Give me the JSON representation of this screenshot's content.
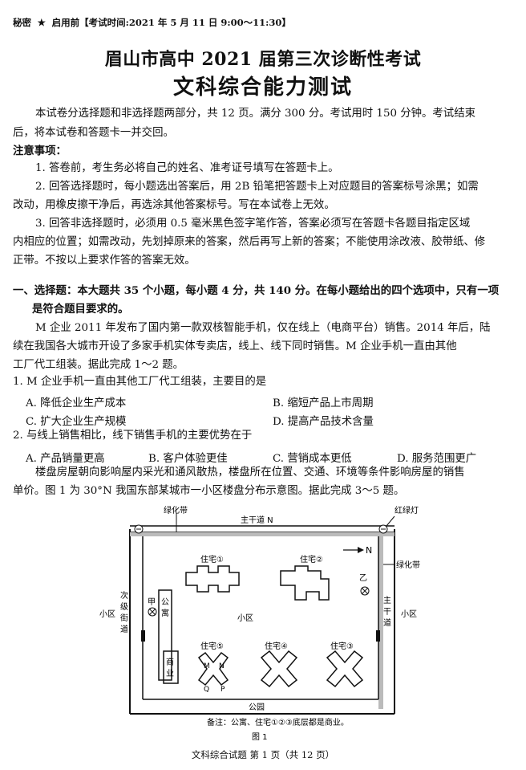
{
  "header": {
    "secret": "秘密",
    "star": "★",
    "status": "启用前",
    "exam_time": "【考试时间:2021 年 5 月 11 日 9:00～11:30】"
  },
  "title": {
    "line1": "眉山市高中 2021 届第三次诊断性考试",
    "line2": "文科综合能力测试"
  },
  "intro": {
    "line1": "本试卷分选择题和非选择题两部分，共 12 页。满分 300 分。考试用时 150 分钟。考试结束",
    "line2": "后，将本试卷和答题卡一并交回。"
  },
  "notes": {
    "heading": "注意事项：",
    "n1": "1. 答卷前，考生务必将自己的姓名、准考证号填写在答题卡上。",
    "n2a": "2. 回答选择题时，每小题选出答案后，用 2B 铅笔把答题卡上对应题目的答案标号涂黑；如需",
    "n2b": "改动，用橡皮擦干净后，再选涂其他答案标号。写在本试卷上无效。",
    "n3a": "3. 回答非选择题时，必须用 0.5 毫米黑色签字笔作答，答案必须写在答题卡各题目指定区域",
    "n3b": "内相应的位置；如需改动，先划掉原来的答案，然后再写上新的答案；不能使用涂改液、胶带纸、修",
    "n3c": "正带。不按以上要求作答的答案无效。"
  },
  "section": {
    "line1": "一、选择题：本大题共 35 个小题，每小题 4 分，共 140 分。在每小题给出的四个选项中，只有一项",
    "line2": "是符合题目要求的。"
  },
  "passage1": {
    "line1": "M 企业 2011 年发布了国内第一款双核智能手机，仅在线上（电商平台）销售。2014 年后，陆",
    "line2": "续在我国各大城市开设了多家手机实体专卖店，线上、线下同时销售。M 企业手机一直由其他",
    "line3": "工厂代工组装。据此完成 1～2 题。"
  },
  "q1": {
    "stem": "1. M 企业手机一直由其他工厂代工组装，主要目的是",
    "A": "A. 降低企业生产成本",
    "B": "B. 缩短产品上市周期",
    "C": "C. 扩大企业生产规模",
    "D": "D. 提高产品技术含量"
  },
  "q2": {
    "stem": "2. 与线上销售相比，线下销售手机的主要优势在于",
    "A": "A. 产品销量更高",
    "B": "B. 客户体验更佳",
    "C": "C. 营销成本更低",
    "D": "D. 服务范围更广"
  },
  "passage2": {
    "line1": "楼盘房屋朝向影响屋内采光和通风散热，楼盘所在位置、交通、环境等条件影响房屋的销售",
    "line2": "单价。图 1 为 30°N 我国东部某城市一小区楼盘分布示意图。据此完成 3～5 题。"
  },
  "figure": {
    "green_belt_top": "绿化带",
    "main_road_n": "主干道 N",
    "traffic_light": "红绿灯",
    "north_arrow": "N",
    "green_belt_right": "绿化带",
    "house1": "住宅①",
    "house2": "住宅②",
    "house3": "住宅③",
    "house4": "住宅④",
    "house5": "住宅⑤",
    "community_center": "小区",
    "community_left": "小区",
    "community_right": "小区",
    "secondary_road": [
      "次",
      "级",
      "街",
      "道"
    ],
    "main_road_right": [
      "主",
      "干",
      "道"
    ],
    "apartment": [
      "公",
      "寓"
    ],
    "gate_a": "甲",
    "gate_b": "乙",
    "commercial": [
      "商",
      "业"
    ],
    "park": "公园",
    "label_m": "M",
    "label_n": "N",
    "label_q": "Q",
    "label_p": "P",
    "note": "备注：公寓、住宅①②③底层都是商业。",
    "caption": "图 1"
  },
  "footer": "文科综合试题  第 1 页（共 12 页）"
}
